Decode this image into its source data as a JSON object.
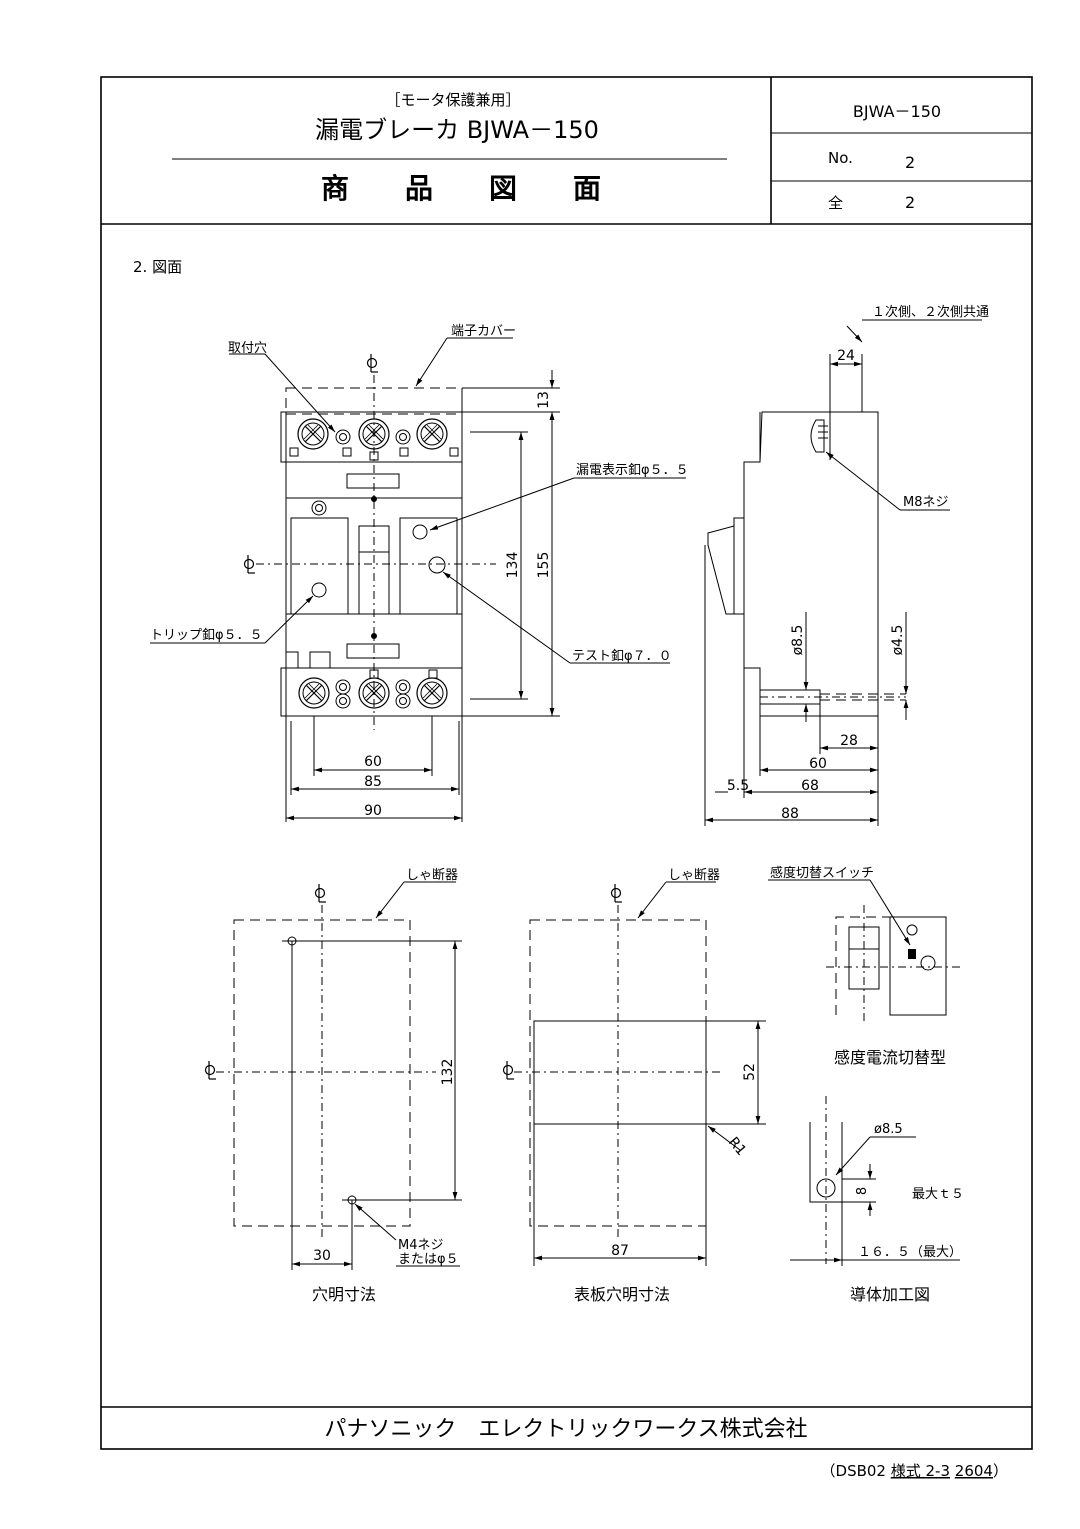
{
  "title_block": {
    "subtitle": "［モータ保護兼用］",
    "product_title": "漏電ブレーカ BJWA－150",
    "heading": "商　　品　　図　　面",
    "model_code": "BJWA－150",
    "no_label": "No.",
    "no_value": "2",
    "total_label": "全",
    "total_value": "2"
  },
  "section_label": "2. 図面",
  "front_view": {
    "mounting_hole": "取付穴",
    "terminal_cover": "端子カバー",
    "leak_indicator": "漏電表示釦φ５．５",
    "trip_button": "トリップ釦φ５．５",
    "test_button": "テスト釦φ７．０",
    "dim_13": "13",
    "dim_134": "134",
    "dim_155": "155",
    "dim_60": "60",
    "dim_85": "85",
    "dim_90": "90"
  },
  "side_view": {
    "common_note": "１次側、２次側共通",
    "screw": "M8ネジ",
    "dim_24": "24",
    "dim_d85": "ø8.5",
    "dim_d45": "ø4.5",
    "dim_28": "28",
    "dim_60": "60",
    "dim_55": "5.5",
    "dim_68": "68",
    "dim_88": "88"
  },
  "hole_view": {
    "breaker": "しゃ断器",
    "screw_note_1": "M4ネジ",
    "screw_note_2": "またはφ５",
    "dim_132": "132",
    "dim_30": "30",
    "caption": "穴明寸法"
  },
  "panel_view": {
    "breaker": "しゃ断器",
    "dim_52": "52",
    "dim_r1": "R1",
    "dim_87": "87",
    "caption": "表板穴明寸法"
  },
  "switch_view": {
    "label": "感度切替スイッチ",
    "caption": "感度電流切替型"
  },
  "conductor_view": {
    "dim_d85": "ø8.5",
    "dim_8": "8",
    "max_t": "最大ｔ５",
    "dim_165": "１６．５（最大）",
    "caption": "導体加工図"
  },
  "footer": {
    "company": "パナソニック　エレクトリックワークス株式会社",
    "form_prefix": "（DSB02 ",
    "form_code": "様式 2-3",
    "form_sep": " ",
    "form_rev": "2604",
    "form_suffix": "）"
  },
  "icons": {
    "centerline": "centerline-symbol-icon",
    "terminal": "terminal-screw-icon"
  }
}
